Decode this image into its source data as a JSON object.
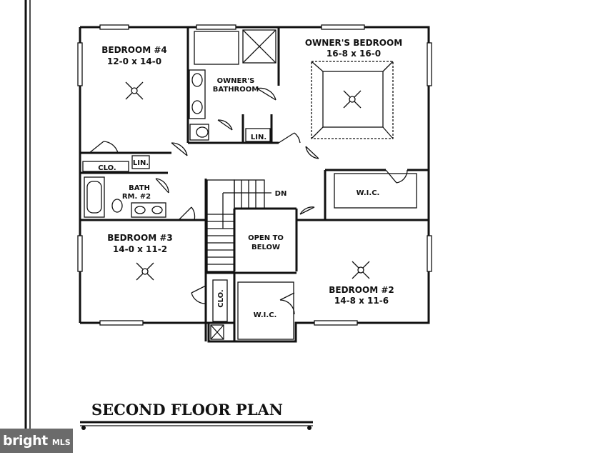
{
  "plan": {
    "title": "SECOND FLOOR PLAN",
    "rooms": {
      "bedroom4": {
        "name": "BEDROOM #4",
        "dims": "12-0 x 14-0"
      },
      "owners_bath": {
        "line1": "OWNER'S",
        "line2": "BATHROOM"
      },
      "owners_bedroom": {
        "name": "OWNER'S BEDROOM",
        "dims": "16-8 x 16-0"
      },
      "lin_owner": "LIN.",
      "clo_upper": "CLO.",
      "lin_upper": "LIN.",
      "bath2": {
        "line1": "BATH",
        "line2": "RM. #2"
      },
      "wic_owner": "W.I.C.",
      "dn": "DN",
      "open_below": {
        "line1": "OPEN TO",
        "line2": "BELOW"
      },
      "bedroom3": {
        "name": "BEDROOM #3",
        "dims": "14-0 x 11-2"
      },
      "clo_lower": "CLO.",
      "wic_lower": "W.I.C.",
      "bedroom2": {
        "name": "BEDROOM #2",
        "dims": "14-8 x 11-6"
      }
    }
  },
  "watermark": {
    "brand": "bright",
    "suffix": "MLS"
  }
}
